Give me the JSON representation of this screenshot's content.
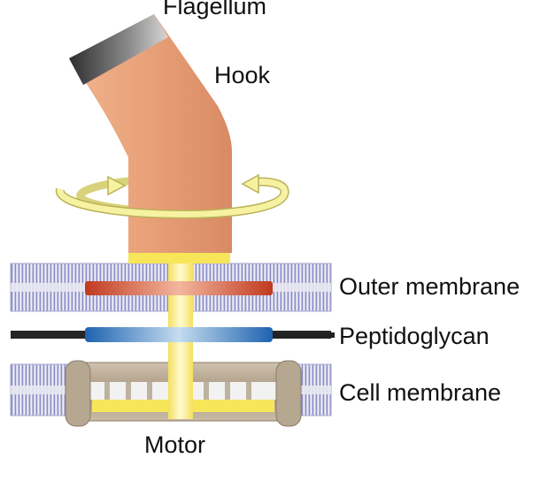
{
  "labels": {
    "flagellum": "Flagellum",
    "hook": "Hook",
    "outer_membrane": "Outer membrane",
    "peptidoglycan": "Peptidoglycan",
    "cell_membrane": "Cell membrane",
    "motor": "Motor"
  },
  "colors": {
    "hook_fill": "#e8a57e",
    "flagellum_fill": "#444444",
    "rotation_arrow": "#f6f2a2",
    "rod_yellow": "#f7e85a",
    "outer_ring": "#d84a2c",
    "peptidoglycan_ring": "#2a78c4",
    "motor_ring": "#b3a28c",
    "membrane_lipid": "#9a9ad6",
    "peptidoglycan_layer": "#222222"
  },
  "icons": {
    "rotation": "curved-rotation-arrow-icon"
  }
}
